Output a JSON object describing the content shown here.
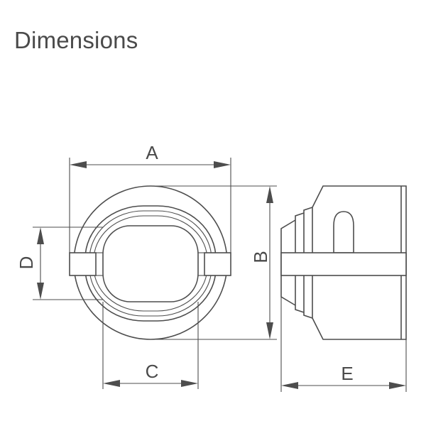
{
  "title": "Dimensions",
  "dimension_labels": {
    "a": "A",
    "b": "B",
    "c": "C",
    "d": "D",
    "e": "E"
  },
  "colors": {
    "line": "#4d4d4d",
    "text": "#4a4a4a",
    "background": "#ffffff"
  }
}
